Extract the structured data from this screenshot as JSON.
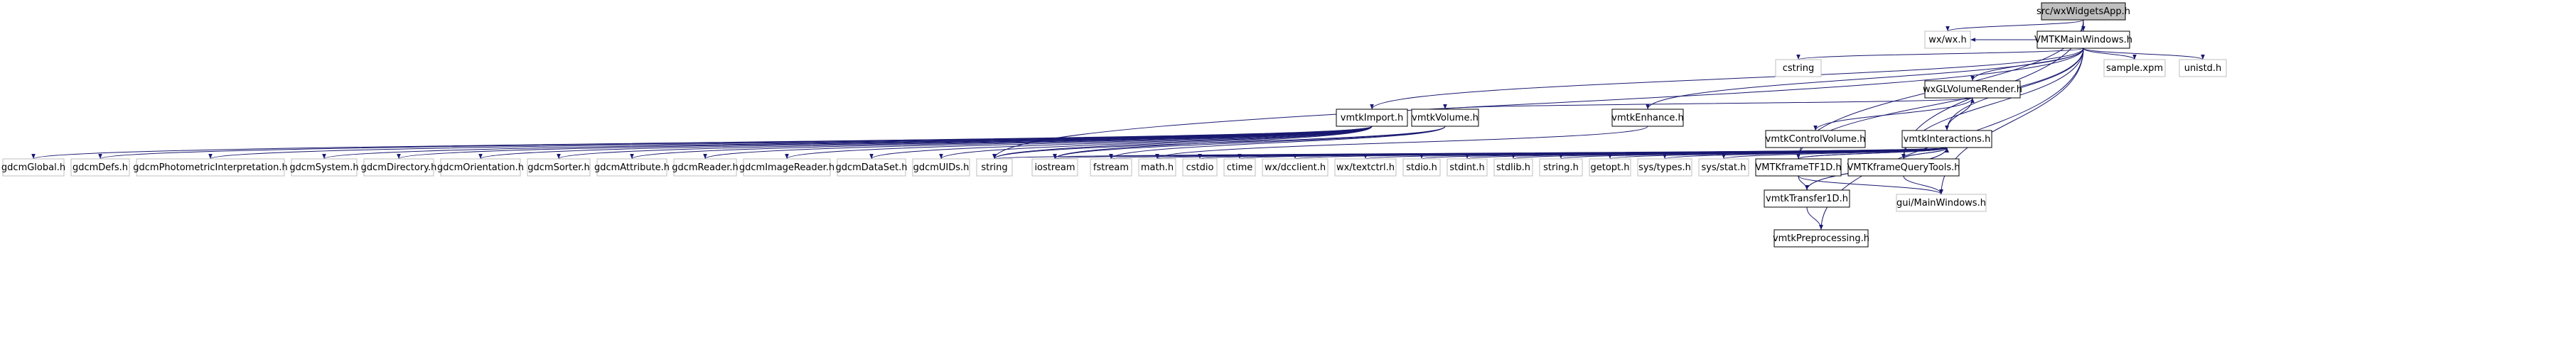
{
  "graph": {
    "node_style": {
      "root_fill": "#bfbfbf",
      "box_stroke": "#000000",
      "external_stroke": "#bfbfbf",
      "edge_color": "#191970",
      "text_color": "#000000"
    },
    "nodes": [
      {
        "id": "wxWidgetsApp",
        "label": "src/wxWidgetsApp.h",
        "kind": "root"
      },
      {
        "id": "wxwx",
        "label": "wx/wx.h",
        "kind": "external"
      },
      {
        "id": "MainWindows",
        "label": "VMTKMainWindows.h",
        "kind": "box"
      },
      {
        "id": "cstring",
        "label": "cstring",
        "kind": "external"
      },
      {
        "id": "wxGLVolumeRender",
        "label": "wxGLVolumeRender.h",
        "kind": "box"
      },
      {
        "id": "samplexpm",
        "label": "sample.xpm",
        "kind": "external"
      },
      {
        "id": "unistd",
        "label": "unistd.h",
        "kind": "external"
      },
      {
        "id": "vmtkImport",
        "label": "vmtkImport.h",
        "kind": "box"
      },
      {
        "id": "vmtkVolume",
        "label": "vmtkVolume.h",
        "kind": "box"
      },
      {
        "id": "vmtkEnhance",
        "label": "vmtkEnhance.h",
        "kind": "box"
      },
      {
        "id": "vmtkControlVolume",
        "label": "vmtkControlVolume.h",
        "kind": "box"
      },
      {
        "id": "vmtkInteractions",
        "label": "vmtkInteractions.h",
        "kind": "box"
      },
      {
        "id": "gdcmGlobal",
        "label": "gdcmGlobal.h",
        "kind": "external"
      },
      {
        "id": "gdcmDefs",
        "label": "gdcmDefs.h",
        "kind": "external"
      },
      {
        "id": "gdcmPhoto",
        "label": "gdcmPhotometricInterpretation.h",
        "kind": "external"
      },
      {
        "id": "gdcmSystem",
        "label": "gdcmSystem.h",
        "kind": "external"
      },
      {
        "id": "gdcmDirectory",
        "label": "gdcmDirectory.h",
        "kind": "external"
      },
      {
        "id": "gdcmOrientation",
        "label": "gdcmOrientation.h",
        "kind": "external"
      },
      {
        "id": "gdcmSorter",
        "label": "gdcmSorter.h",
        "kind": "external"
      },
      {
        "id": "gdcmAttribute",
        "label": "gdcmAttribute.h",
        "kind": "external"
      },
      {
        "id": "gdcmReader",
        "label": "gdcmReader.h",
        "kind": "external"
      },
      {
        "id": "gdcmImageReader",
        "label": "gdcmImageReader.h",
        "kind": "external"
      },
      {
        "id": "gdcmDataSet",
        "label": "gdcmDataSet.h",
        "kind": "external"
      },
      {
        "id": "gdcmUIDs",
        "label": "gdcmUIDs.h",
        "kind": "external"
      },
      {
        "id": "string",
        "label": "string",
        "kind": "external"
      },
      {
        "id": "iostream",
        "label": "iostream",
        "kind": "external"
      },
      {
        "id": "fstream",
        "label": "fstream",
        "kind": "external"
      },
      {
        "id": "mathh",
        "label": "math.h",
        "kind": "external"
      },
      {
        "id": "cstdio",
        "label": "cstdio",
        "kind": "external"
      },
      {
        "id": "ctime",
        "label": "ctime",
        "kind": "external"
      },
      {
        "id": "dcclient",
        "label": "wx/dcclient.h",
        "kind": "external"
      },
      {
        "id": "textctrl",
        "label": "wx/textctrl.h",
        "kind": "external"
      },
      {
        "id": "stdio",
        "label": "stdio.h",
        "kind": "external"
      },
      {
        "id": "stdint",
        "label": "stdint.h",
        "kind": "external"
      },
      {
        "id": "stdlib",
        "label": "stdlib.h",
        "kind": "external"
      },
      {
        "id": "stringh",
        "label": "string.h",
        "kind": "external"
      },
      {
        "id": "getopt",
        "label": "getopt.h",
        "kind": "external"
      },
      {
        "id": "systypes",
        "label": "sys/types.h",
        "kind": "external"
      },
      {
        "id": "sysstat",
        "label": "sys/stat.h",
        "kind": "external"
      },
      {
        "id": "TF1D",
        "label": "VMTKframeTF1D.h",
        "kind": "box"
      },
      {
        "id": "QueryTools",
        "label": "VMTKframeQueryTools.h",
        "kind": "box"
      },
      {
        "id": "guiMain",
        "label": "gui/MainWindows.h",
        "kind": "external"
      },
      {
        "id": "transfer1D",
        "label": "vmtkTransfer1D.h",
        "kind": "box"
      },
      {
        "id": "preprocessing",
        "label": "vmtkPreprocessing.h",
        "kind": "box"
      }
    ],
    "edges": [
      [
        "wxWidgetsApp",
        "wxwx"
      ],
      [
        "wxWidgetsApp",
        "MainWindows"
      ],
      [
        "wxWidgetsApp",
        "TF1D"
      ],
      [
        "wxWidgetsApp",
        "QueryTools"
      ],
      [
        "MainWindows",
        "wxwx"
      ],
      [
        "MainWindows",
        "cstring"
      ],
      [
        "MainWindows",
        "wxGLVolumeRender"
      ],
      [
        "MainWindows",
        "samplexpm"
      ],
      [
        "MainWindows",
        "unistd"
      ],
      [
        "MainWindows",
        "vmtkImport"
      ],
      [
        "MainWindows",
        "vmtkEnhance"
      ],
      [
        "MainWindows",
        "vmtkInteractions"
      ],
      [
        "MainWindows",
        "string"
      ],
      [
        "MainWindows",
        "TF1D"
      ],
      [
        "MainWindows",
        "QueryTools"
      ],
      [
        "MainWindows",
        "guiMain"
      ],
      [
        "MainWindows",
        "preprocessing"
      ],
      [
        "wxGLVolumeRender",
        "vmtkVolume"
      ],
      [
        "wxGLVolumeRender",
        "vmtkControlVolume"
      ],
      [
        "wxGLVolumeRender",
        "vmtkInteractions"
      ],
      [
        "vmtkInteractions",
        "wxGLVolumeRender"
      ],
      [
        "vmtkImport",
        "gdcmGlobal"
      ],
      [
        "vmtkImport",
        "gdcmDefs"
      ],
      [
        "vmtkImport",
        "gdcmPhoto"
      ],
      [
        "vmtkImport",
        "gdcmSystem"
      ],
      [
        "vmtkImport",
        "gdcmDirectory"
      ],
      [
        "vmtkImport",
        "gdcmOrientation"
      ],
      [
        "vmtkImport",
        "gdcmSorter"
      ],
      [
        "vmtkImport",
        "gdcmAttribute"
      ],
      [
        "vmtkImport",
        "gdcmReader"
      ],
      [
        "vmtkImport",
        "gdcmImageReader"
      ],
      [
        "vmtkImport",
        "gdcmDataSet"
      ],
      [
        "vmtkImport",
        "gdcmUIDs"
      ],
      [
        "vmtkImport",
        "string"
      ],
      [
        "vmtkImport",
        "iostream"
      ],
      [
        "vmtkVolume",
        "string"
      ],
      [
        "vmtkVolume",
        "iostream"
      ],
      [
        "vmtkVolume",
        "fstream"
      ],
      [
        "vmtkEnhance",
        "mathh"
      ],
      [
        "vmtkInteractions",
        "iostream"
      ],
      [
        "vmtkInteractions",
        "string"
      ],
      [
        "vmtkInteractions",
        "fstream"
      ],
      [
        "vmtkInteractions",
        "mathh"
      ],
      [
        "vmtkInteractions",
        "cstdio"
      ],
      [
        "vmtkInteractions",
        "ctime"
      ],
      [
        "vmtkInteractions",
        "dcclient"
      ],
      [
        "vmtkInteractions",
        "textctrl"
      ],
      [
        "vmtkInteractions",
        "stdio"
      ],
      [
        "vmtkInteractions",
        "stdint"
      ],
      [
        "vmtkInteractions",
        "stdlib"
      ],
      [
        "vmtkInteractions",
        "stringh"
      ],
      [
        "vmtkInteractions",
        "getopt"
      ],
      [
        "vmtkInteractions",
        "systypes"
      ],
      [
        "vmtkInteractions",
        "sysstat"
      ],
      [
        "vmtkInteractions",
        "TF1D"
      ],
      [
        "vmtkInteractions",
        "QueryTools"
      ],
      [
        "vmtkInteractions",
        "transfer1D"
      ],
      [
        "TF1D",
        "vmtkInteractions"
      ],
      [
        "QueryTools",
        "vmtkInteractions"
      ],
      [
        "TF1D",
        "guiMain"
      ],
      [
        "TF1D",
        "transfer1D"
      ],
      [
        "QueryTools",
        "guiMain"
      ],
      [
        "transfer1D",
        "vmtkInteractions"
      ],
      [
        "transfer1D",
        "preprocessing"
      ]
    ]
  }
}
